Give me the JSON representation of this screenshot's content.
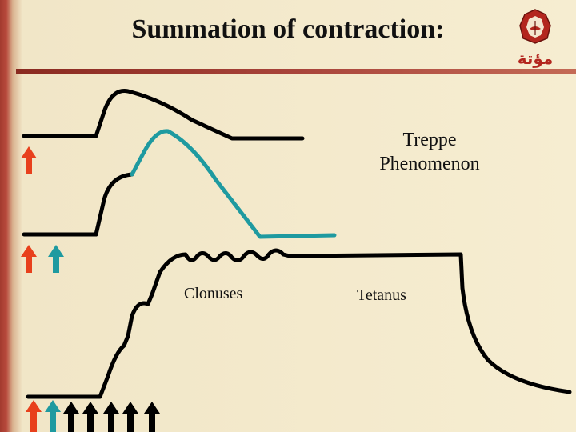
{
  "title": "Summation of contraction:",
  "logo_text": "مؤتة",
  "labels": {
    "treppe": "Treppe\nPhenomenon",
    "clonuses": "Clonuses",
    "tetanus": "Tetanus"
  },
  "colors": {
    "black_trace": "#000000",
    "teal_trace": "#1e9aa0",
    "red_arrow": "#e8401c",
    "teal_arrow": "#1e9aa0",
    "black_arrow": "#000000"
  }
}
